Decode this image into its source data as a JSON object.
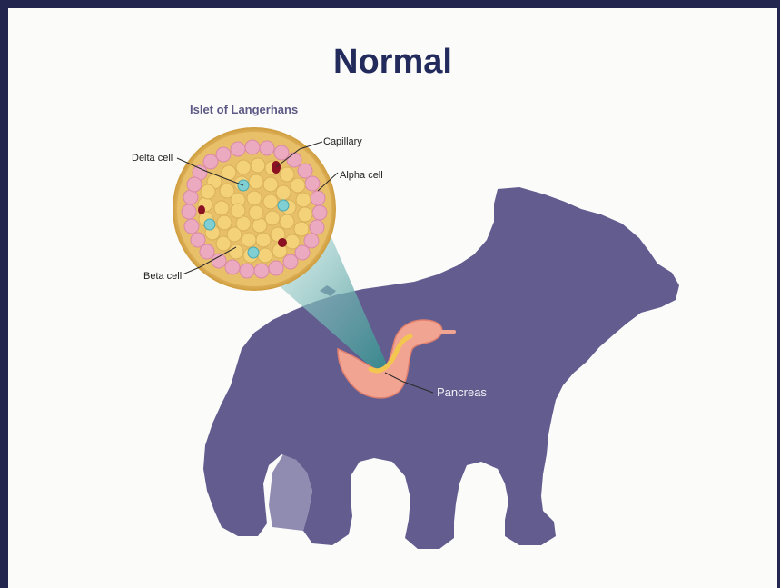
{
  "title": "Normal",
  "labels": {
    "islet": "Islet of Langerhans",
    "delta_cell": "Delta cell",
    "capillary": "Capillary",
    "alpha_cell": "Alpha cell",
    "beta_cell": "Beta cell",
    "pancreas": "Pancreas"
  },
  "colors": {
    "frame": "#232750",
    "panel": "#fbfbfa",
    "title": "#232a5c",
    "bear": "#625c8f",
    "islet_rim": "#e9c06a",
    "beta_cell": "#f4d27a",
    "alpha_cell": "#ecaac0",
    "delta_cell": "#7fcfd3",
    "capillary": "#8a1022",
    "pancreas": "#f2a493"
  }
}
